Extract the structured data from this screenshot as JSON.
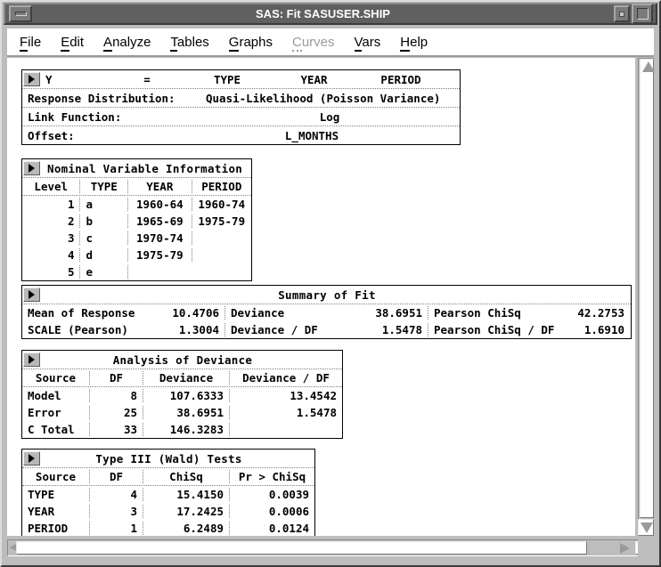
{
  "window": {
    "title": "SAS: Fit SASUSER.SHIP",
    "buttons": {
      "minimize": "minimize",
      "restore": "restore",
      "maximize": "maximize"
    }
  },
  "menubar": {
    "items": [
      {
        "label": "File",
        "mnemonic": "F",
        "rest": "ile",
        "disabled": false
      },
      {
        "label": "Edit",
        "mnemonic": "E",
        "rest": "dit",
        "disabled": false
      },
      {
        "label": "Analyze",
        "mnemonic": "A",
        "rest": "nalyze",
        "disabled": false
      },
      {
        "label": "Tables",
        "mnemonic": "T",
        "rest": "ables",
        "disabled": false
      },
      {
        "label": "Graphs",
        "mnemonic": "G",
        "rest": "raphs",
        "disabled": false
      },
      {
        "label": "Curves",
        "mnemonic": "C",
        "rest": "urves",
        "disabled": true
      },
      {
        "label": "Vars",
        "mnemonic": "V",
        "rest": "ars",
        "disabled": false
      },
      {
        "label": "Help",
        "mnemonic": "H",
        "rest": "elp",
        "disabled": false
      }
    ]
  },
  "model_spec": {
    "expand_icon": "triangle-right-icon",
    "header": {
      "response": "Y",
      "equals": "=",
      "effects": [
        "TYPE",
        "YEAR",
        "PERIOD"
      ]
    },
    "rows": [
      {
        "label": "Response Distribution:",
        "value": "Quasi-Likelihood (Poisson Variance)"
      },
      {
        "label": "Link Function:",
        "value": "Log"
      },
      {
        "label": "Offset:",
        "value": "L_MONTHS"
      }
    ]
  },
  "nominal_info": {
    "title": "Nominal Variable Information",
    "expand_icon": "triangle-right-icon",
    "columns": [
      "Level",
      "TYPE",
      "YEAR",
      "PERIOD"
    ],
    "rows": [
      [
        "1",
        "a",
        "1960-64",
        "1960-74"
      ],
      [
        "2",
        "b",
        "1965-69",
        "1975-79"
      ],
      [
        "3",
        "c",
        "1970-74",
        ""
      ],
      [
        "4",
        "d",
        "1975-79",
        ""
      ],
      [
        "5",
        "e",
        "",
        ""
      ]
    ]
  },
  "summary_of_fit": {
    "title": "Summary of Fit",
    "expand_icon": "triangle-right-icon",
    "groups": [
      {
        "rows": [
          {
            "label": "Mean of Response",
            "value": "10.4706"
          },
          {
            "label": "SCALE (Pearson)",
            "value": "1.3004"
          }
        ]
      },
      {
        "rows": [
          {
            "label": "Deviance",
            "value": "38.6951"
          },
          {
            "label": "Deviance / DF",
            "value": "1.5478"
          }
        ]
      },
      {
        "rows": [
          {
            "label": "Pearson ChiSq",
            "value": "42.2753"
          },
          {
            "label": "Pearson ChiSq / DF",
            "value": "1.6910"
          }
        ]
      }
    ]
  },
  "analysis_of_deviance": {
    "title": "Analysis of Deviance",
    "expand_icon": "triangle-right-icon",
    "columns": [
      "Source",
      "DF",
      "Deviance",
      "Deviance / DF"
    ],
    "rows": [
      [
        "Model",
        "8",
        "107.6333",
        "13.4542"
      ],
      [
        "Error",
        "25",
        "38.6951",
        "1.5478"
      ],
      [
        "C Total",
        "33",
        "146.3283",
        ""
      ]
    ]
  },
  "type3_tests": {
    "title": "Type III (Wald) Tests",
    "expand_icon": "triangle-right-icon",
    "columns": [
      "Source",
      "DF",
      "ChiSq",
      "Pr > ChiSq"
    ],
    "rows": [
      [
        "TYPE",
        "4",
        "15.4150",
        "0.0039"
      ],
      [
        "YEAR",
        "3",
        "17.2425",
        "0.0006"
      ],
      [
        "PERIOD",
        "1",
        "6.2489",
        "0.0124"
      ]
    ]
  },
  "scrollbars": {
    "vertical": {
      "up_icon": "arrow-up-icon",
      "down_icon": "arrow-down-icon"
    },
    "horizontal": {
      "left_icon": "arrow-left-icon",
      "right_icon": "arrow-right-icon"
    }
  },
  "colors": {
    "titlebar": "#606060",
    "chrome": "#bdbdbd",
    "content": "#ffffff",
    "text": "#000000",
    "disabled_text": "#9a9a9a"
  }
}
